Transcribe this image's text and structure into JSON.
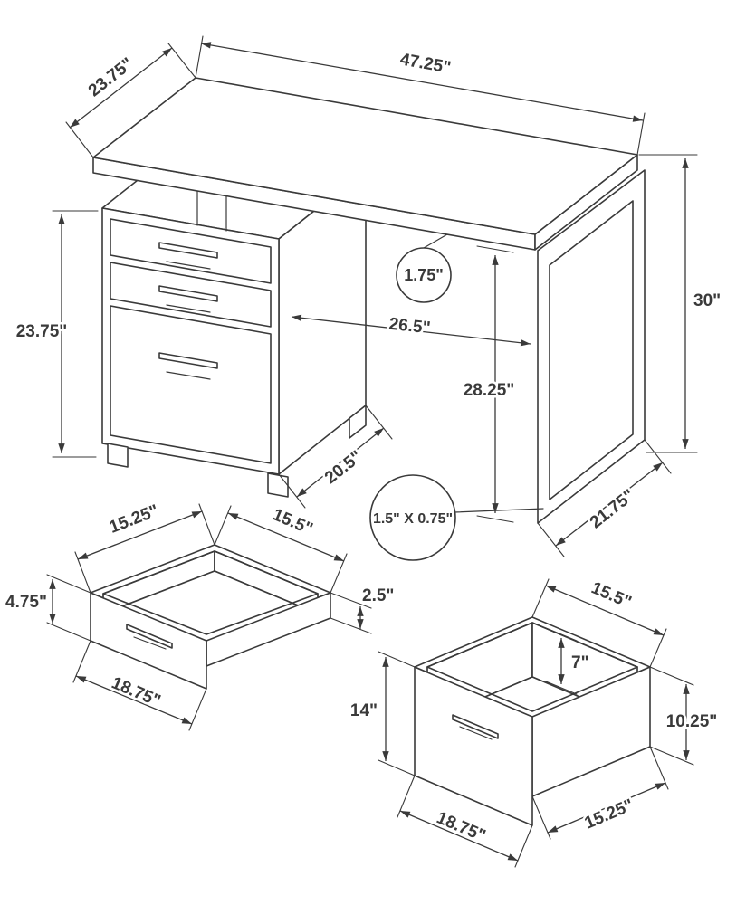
{
  "drawing": {
    "line_color": "#3a3a3a",
    "background": "#ffffff"
  },
  "desk": {
    "top_width": "47.25\"",
    "top_depth": "23.75\"",
    "overall_height": "30\"",
    "cabinet_height": "23.75\"",
    "top_thickness": "1.75\"",
    "clearance_width": "26.5\"",
    "clearance_height": "28.25\"",
    "cabinet_depth": "20.5\"",
    "leg_depth": "21.75\"",
    "leg_tube_size": "1.5\" X 0.75\""
  },
  "small_drawer": {
    "inside_depth": "15.25\"",
    "inside_width": "15.5\"",
    "front_height": "4.75\"",
    "side_height": "2.5\"",
    "front_width": "18.75\""
  },
  "file_drawer": {
    "inside_width": "15.5\"",
    "inside_depth": "7\"",
    "front_height": "14\"",
    "side_height": "10.25\"",
    "front_width": "18.75\"",
    "bottom_depth": "15.25\""
  }
}
